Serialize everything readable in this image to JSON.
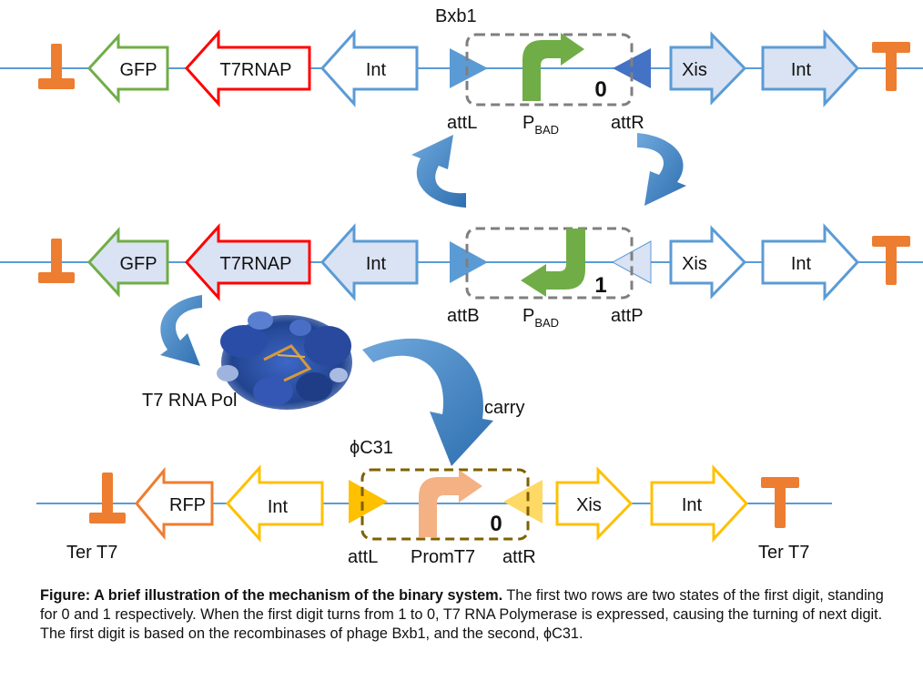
{
  "rows": [
    {
      "recombinase": "Bxb1",
      "parts": {
        "gfp": "GFP",
        "t7rnap": "T7RNAP",
        "int_left": "Int",
        "xis": "Xis",
        "int_right": "Int"
      },
      "site_left": "attL",
      "promoter": "P",
      "promoter_sub": "BAD",
      "site_right": "attR",
      "digit": "0"
    },
    {
      "parts": {
        "gfp": "GFP",
        "t7rnap": "T7RNAP",
        "int_left": "Int",
        "xis": "Xis",
        "int_right": "Int"
      },
      "site_left": "attB",
      "promoter": "P",
      "promoter_sub": "BAD",
      "site_right": "attP",
      "digit": "1"
    },
    {
      "recombinase": "ϕC31",
      "parts": {
        "rfp": "RFP",
        "int_left": "Int",
        "xis": "Xis",
        "int_right": "Int"
      },
      "site_left": "attL",
      "promoter": "PromT7",
      "site_right": "attR",
      "digit": "0",
      "terminator_left": "Ter T7",
      "terminator_right": "Ter T7"
    }
  ],
  "protein_label": "T7 RNA Pol",
  "carry_label": "carry",
  "caption": {
    "bold": "Figure: A brief illustration of the mechanism of the binary system.",
    "text": " The first two rows are two states of the first digit, standing for 0 and 1 respectively. When the first digit turns from 1 to 0, T7 RNA Polymerase is expressed, causing the turning of next digit. The first digit is based on the recombinases of phage Bxb1, and the second, ϕC31."
  },
  "colors": {
    "backbone": "#5b9bd5",
    "terminator": "#ed7d31",
    "gfp": "#70ad47",
    "t7rnap": "#ff0000",
    "int_xis_blue": "#5b9bd5",
    "fill_light_blue": "#dae3f3",
    "promoter_green": "#70ad47",
    "promoter_salmon": "#f4b183",
    "rfp": "#ed7d31",
    "phic31_yellow": "#ffc000",
    "site_blue": "#5b9bd5",
    "site_dark_blue": "#4472c4",
    "site_yellow_light": "#ffd966",
    "box_gray": "#7f7f7f",
    "box_brown": "#7f6000",
    "curve_arrow": "#5b9bd5",
    "protein": "#2f5597"
  }
}
